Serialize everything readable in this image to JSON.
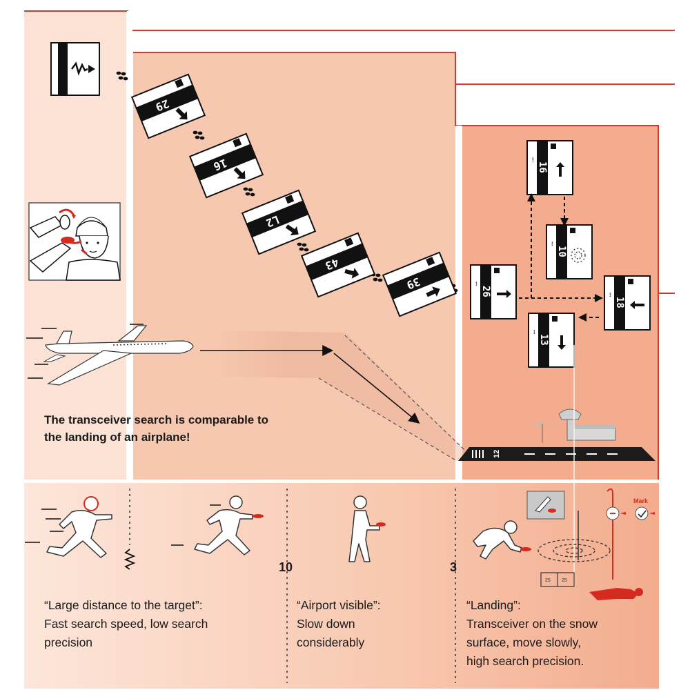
{
  "headline": {
    "line1": "The transceiver search is comparable to",
    "line2": "the landing of an airplane!"
  },
  "phases": [
    {
      "id": "far",
      "caption": [
        "“Large distance to the target”:",
        "Fast search speed, low search",
        "precision"
      ]
    },
    {
      "id": "coarse",
      "caption": [
        "“Airport visible”:",
        "Slow down",
        "considerably"
      ]
    },
    {
      "id": "fine",
      "caption": [
        "“Landing”:",
        "Transceiver on the snow",
        "surface, move slowly,",
        "high search precision."
      ]
    }
  ],
  "distance_markers": {
    "coarse_start": "10",
    "fine_start": "3"
  },
  "display_readings": {
    "start_card": "→",
    "diagonal_cards": [
      "29",
      "16",
      "L2",
      "43",
      "39"
    ],
    "cross_cards": {
      "left": "26",
      "top": "16",
      "center": "10",
      "right": "18",
      "bottom": "13"
    }
  },
  "runway_number": "12",
  "mark_label": "Mark",
  "colors": {
    "panel_light": "#fbe2d4",
    "panel_mid": "#f7c8b0",
    "panel_dark": "#f3ad8e",
    "accent_red": "#d42a1f",
    "line_red": "#d33a2e"
  }
}
